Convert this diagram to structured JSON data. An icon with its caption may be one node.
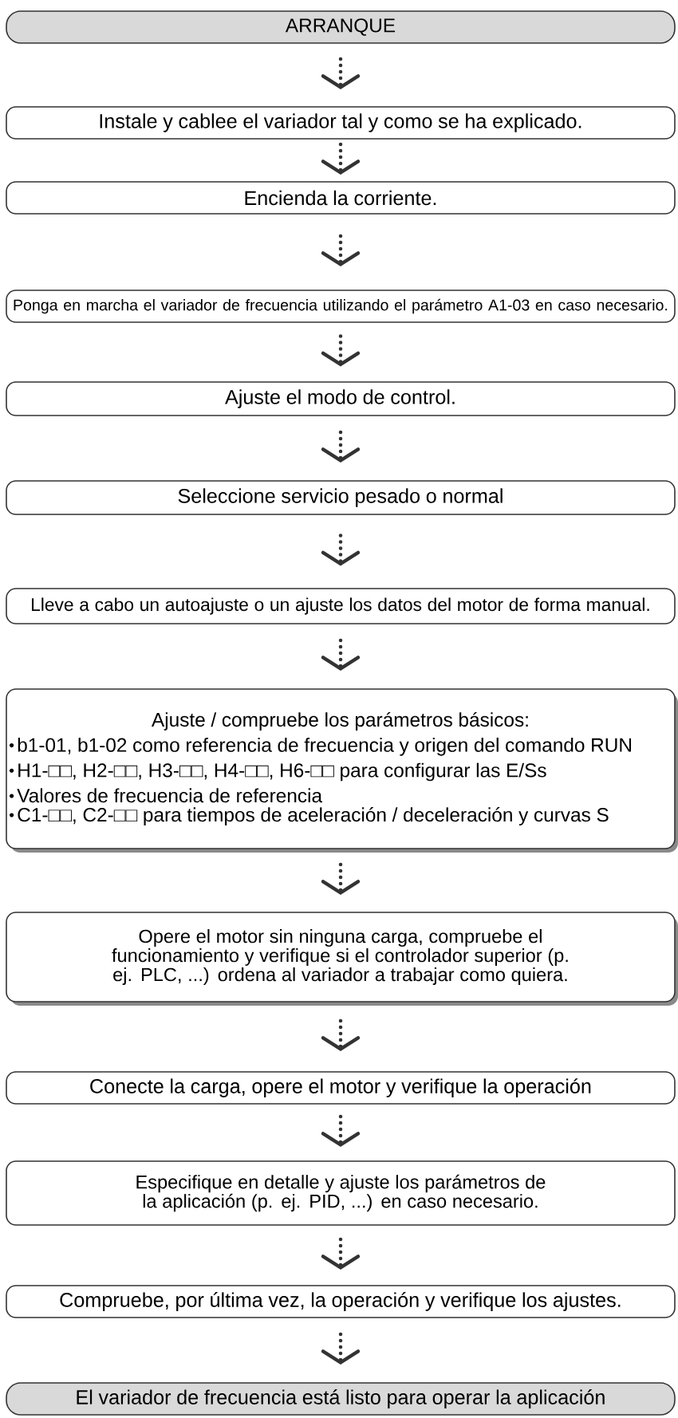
{
  "diagram": {
    "nodes": [
      {
        "text": [
          "ARRANQUE"
        ]
      },
      {
        "text": [
          "Instale y cablee el variador tal y como se ha explicado."
        ]
      },
      {
        "text": [
          "Encienda la corriente."
        ]
      },
      {
        "text": [
          "Ponga en marcha el variador de frecuencia utilizando el parámetro A1-03 en caso necesario."
        ]
      },
      {
        "text": [
          "Ajuste el modo de control."
        ]
      },
      {
        "text": [
          "Seleccione servicio pesado o normal"
        ]
      },
      {
        "text": [
          "Lleve a cabo un autoajuste o un ajuste los datos del motor de forma manual."
        ]
      },
      {
        "text": [
          "Ajuste / compruebe los parámetros básicos:",
          "b1-01, b1-02 como referencia de frecuencia y origen del comando RUN",
          "H1-□□, H2-□□, H3-□□, H4-□□, H6-□□ para configurar las E/Ss",
          "Valores de frecuencia de referencia",
          "C1-□□, C2-□□ para tiempos de aceleración / deceleración y curvas S"
        ]
      },
      {
        "text": [
          "Opere el motor sin ninguna carga, compruebe el funcionamiento y verifique si el controlador superior (p. ej. PLC, ...) ordena al variador a trabajar como quiera."
        ]
      },
      {
        "text": [
          "Conecte la carga, opere el motor y verifique la operación"
        ]
      },
      {
        "text": [
          "Especifique en detalle y ajuste los parámetros de la aplicación (p. ej. PID, ...) en caso necesario."
        ]
      },
      {
        "text": [
          "Compruebe, por última vez, la operación y verifique los ajustes."
        ]
      },
      {
        "text": [
          "El variador de frecuencia está listo para operar la aplicación"
        ]
      }
    ],
    "edges": [
      {
        "from": 0,
        "to": 1,
        "arrow": "to"
      },
      {
        "from": 1,
        "to": 2,
        "arrow": "to"
      },
      {
        "from": 2,
        "to": 3,
        "arrow": "to"
      },
      {
        "from": 3,
        "to": 4,
        "arrow": "to"
      },
      {
        "from": 4,
        "to": 5,
        "arrow": "to"
      },
      {
        "from": 5,
        "to": 6,
        "arrow": "to"
      },
      {
        "from": 6,
        "to": 7,
        "arrow": "to"
      },
      {
        "from": 7,
        "to": 8,
        "arrow": "to"
      },
      {
        "from": 8,
        "to": 9,
        "arrow": "to"
      },
      {
        "from": 9,
        "to": 10,
        "arrow": "to"
      },
      {
        "from": 10,
        "to": 11,
        "arrow": "to"
      },
      {
        "from": 11,
        "to": 12,
        "arrow": "to"
      }
    ]
  }
}
